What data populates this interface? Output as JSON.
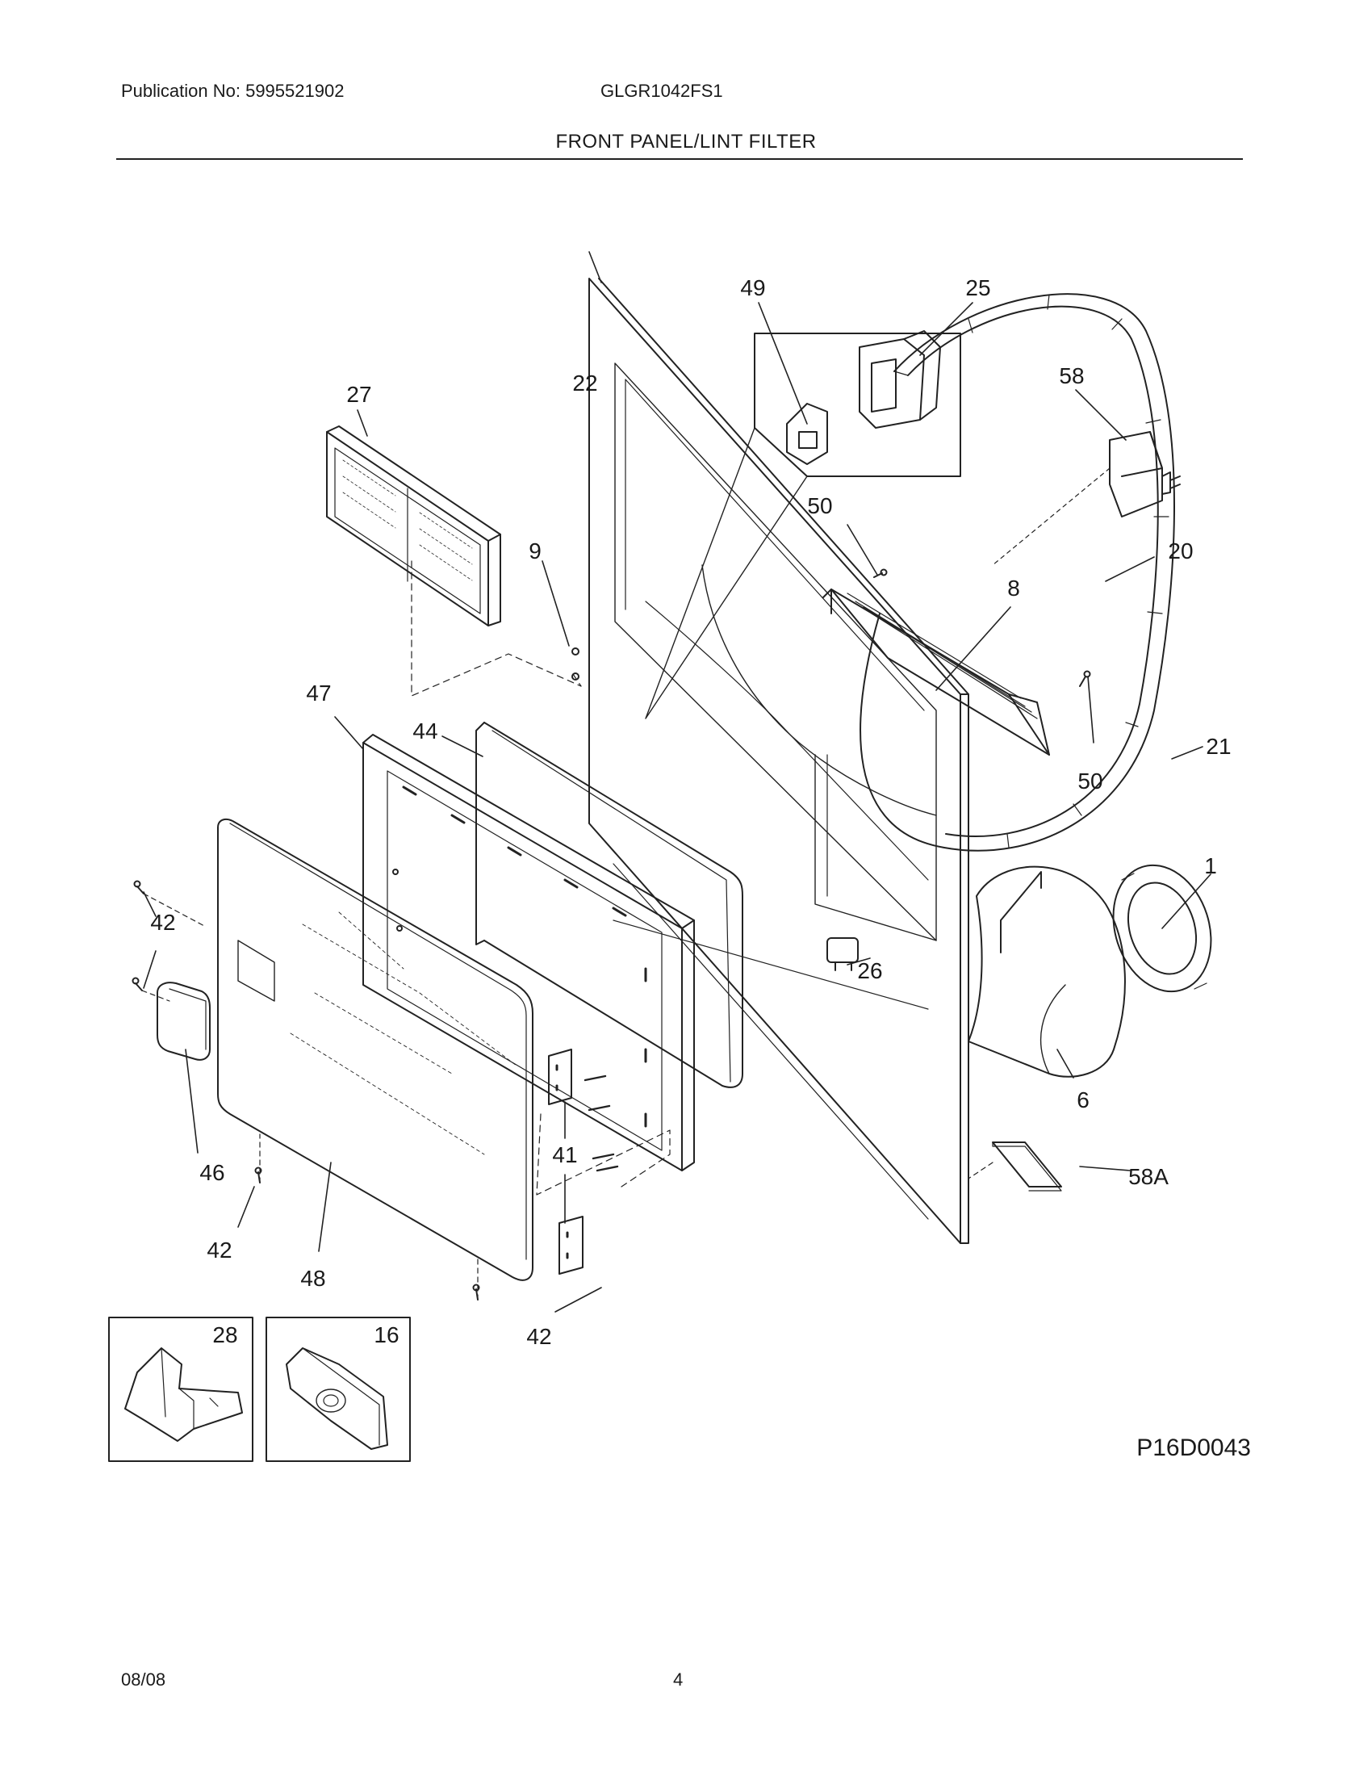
{
  "header": {
    "publication": "Publication No: 5995521902",
    "model": "GLGR1042FS1",
    "title": "FRONT PANEL/LINT FILTER"
  },
  "diagram": {
    "figure_code": "P16D0043",
    "callouts": {
      "c49": "49",
      "c25": "25",
      "c27": "27",
      "c22": "22",
      "c58": "58",
      "c50a": "50",
      "c20": "20",
      "c9": "9",
      "c8": "8",
      "c47": "47",
      "c44": "44",
      "c50b": "50",
      "c21": "21",
      "c1": "1",
      "c42a": "42",
      "c26": "26",
      "c6": "6",
      "c46": "46",
      "c41": "41",
      "c58A": "58A",
      "c42b": "42",
      "c48": "48",
      "c42c": "42",
      "c28": "28",
      "c16": "16"
    }
  },
  "footer": {
    "date": "08/08",
    "page": "4"
  }
}
